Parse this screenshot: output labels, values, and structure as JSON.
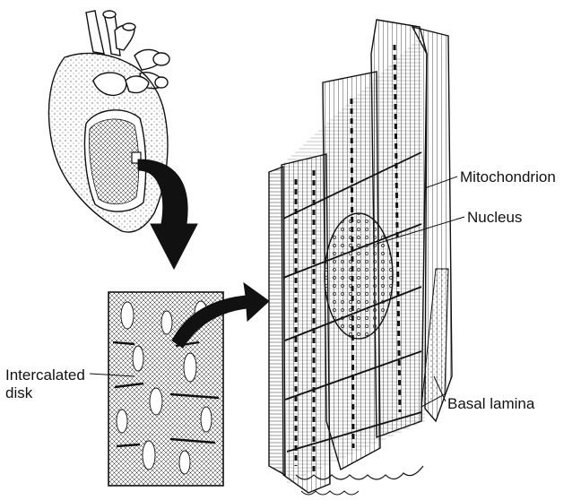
{
  "labels": {
    "mitochondrion": "Mitochondrion",
    "nucleus": "Nucleus",
    "basal_lamina": "Basal lamina",
    "intercalated_line1": "Intercalated",
    "intercalated_line2": "disk"
  }
}
